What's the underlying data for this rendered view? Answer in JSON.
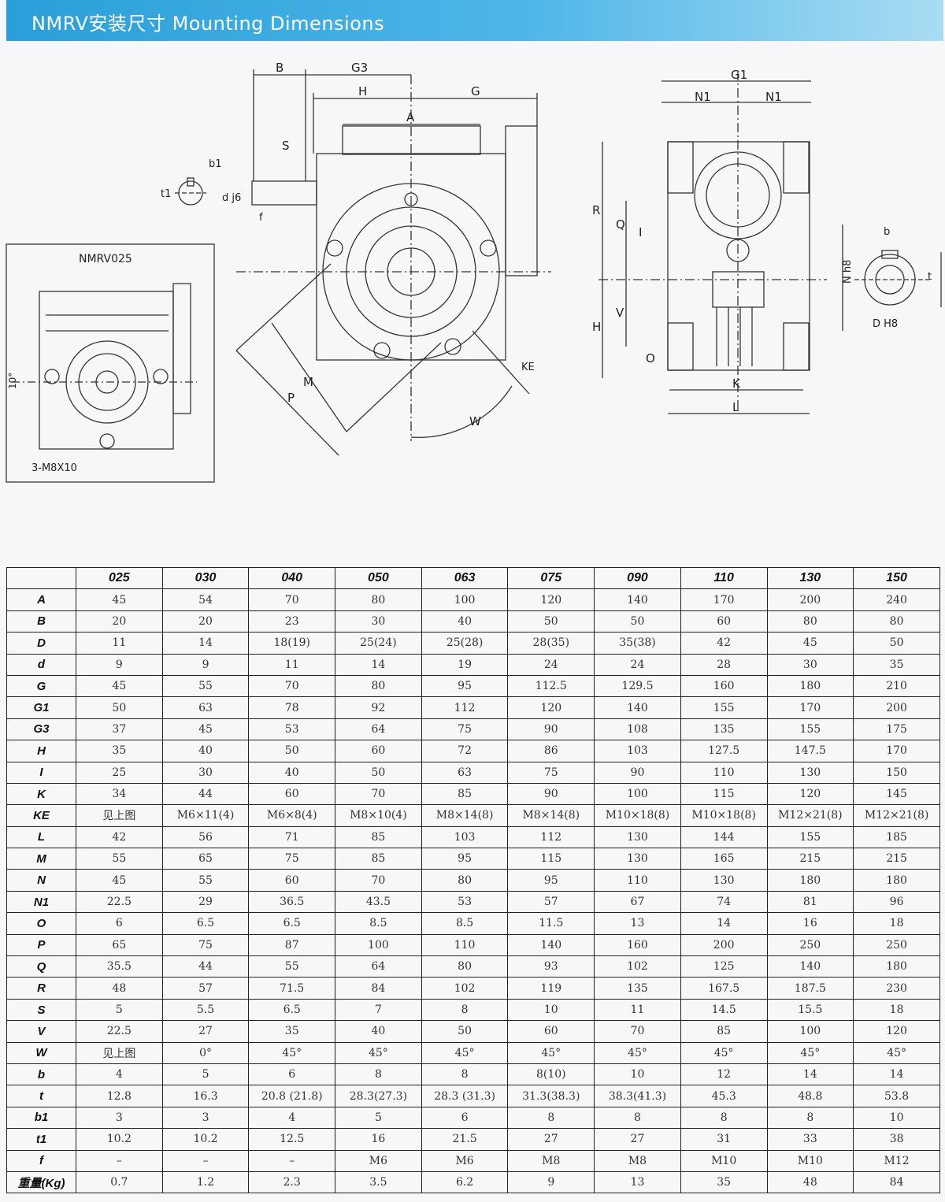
{
  "header": {
    "title": "NMRV安装尺寸  Mounting Dimensions",
    "color_start": "#2a9fd9",
    "color_end": "#a9dcf3"
  },
  "drawing": {
    "inset_title": "NMRV025",
    "inset_angle": "10°",
    "inset_bolt": "3-M8X10",
    "labels": {
      "B": "B",
      "G3": "G3",
      "H": "H",
      "G": "G",
      "A": "A",
      "S": "S",
      "b1": "b1",
      "t1": "t1",
      "dj6": "d j6",
      "f": "f",
      "M": "M",
      "P": "P",
      "KE": "KE",
      "W": "W",
      "G1": "G1",
      "N1a": "N1",
      "N1b": "N1",
      "R": "R",
      "Q": "Q",
      "I": "I",
      "V": "V",
      "Hs": "H",
      "O": "O",
      "K": "K",
      "L": "L",
      "Nh8": "N h8",
      "b": "b",
      "t": "t",
      "DH8": "D H8"
    }
  },
  "table": {
    "columns": [
      "025",
      "030",
      "040",
      "050",
      "063",
      "075",
      "090",
      "110",
      "130",
      "150"
    ],
    "rows": [
      {
        "label": "A",
        "values": [
          "45",
          "54",
          "70",
          "80",
          "100",
          "120",
          "140",
          "170",
          "200",
          "240"
        ]
      },
      {
        "label": "B",
        "values": [
          "20",
          "20",
          "23",
          "30",
          "40",
          "50",
          "50",
          "60",
          "80",
          "80"
        ]
      },
      {
        "label": "D",
        "values": [
          "11",
          "14",
          "18(19)",
          "25(24)",
          "25(28)",
          "28(35)",
          "35(38)",
          "42",
          "45",
          "50"
        ]
      },
      {
        "label": "d",
        "values": [
          "9",
          "9",
          "11",
          "14",
          "19",
          "24",
          "24",
          "28",
          "30",
          "35"
        ]
      },
      {
        "label": "G",
        "values": [
          "45",
          "55",
          "70",
          "80",
          "95",
          "112.5",
          "129.5",
          "160",
          "180",
          "210"
        ]
      },
      {
        "label": "G1",
        "values": [
          "50",
          "63",
          "78",
          "92",
          "112",
          "120",
          "140",
          "155",
          "170",
          "200"
        ]
      },
      {
        "label": "G3",
        "values": [
          "37",
          "45",
          "53",
          "64",
          "75",
          "90",
          "108",
          "135",
          "155",
          "175"
        ]
      },
      {
        "label": "H",
        "values": [
          "35",
          "40",
          "50",
          "60",
          "72",
          "86",
          "103",
          "127.5",
          "147.5",
          "170"
        ]
      },
      {
        "label": "I",
        "values": [
          "25",
          "30",
          "40",
          "50",
          "63",
          "75",
          "90",
          "110",
          "130",
          "150"
        ]
      },
      {
        "label": "K",
        "values": [
          "34",
          "44",
          "60",
          "70",
          "85",
          "90",
          "100",
          "115",
          "120",
          "145"
        ]
      },
      {
        "label": "KE",
        "values": [
          "见上图",
          "M6×11(4)",
          "M6×8(4)",
          "M8×10(4)",
          "M8×14(8)",
          "M8×14(8)",
          "M10×18(8)",
          "M10×18(8)",
          "M12×21(8)",
          "M12×21(8)"
        ]
      },
      {
        "label": "L",
        "values": [
          "42",
          "56",
          "71",
          "85",
          "103",
          "112",
          "130",
          "144",
          "155",
          "185"
        ]
      },
      {
        "label": "M",
        "values": [
          "55",
          "65",
          "75",
          "85",
          "95",
          "115",
          "130",
          "165",
          "215",
          "215"
        ]
      },
      {
        "label": "N",
        "values": [
          "45",
          "55",
          "60",
          "70",
          "80",
          "95",
          "110",
          "130",
          "180",
          "180"
        ]
      },
      {
        "label": "N1",
        "values": [
          "22.5",
          "29",
          "36.5",
          "43.5",
          "53",
          "57",
          "67",
          "74",
          "81",
          "96"
        ]
      },
      {
        "label": "O",
        "values": [
          "6",
          "6.5",
          "6.5",
          "8.5",
          "8.5",
          "11.5",
          "13",
          "14",
          "16",
          "18"
        ]
      },
      {
        "label": "P",
        "values": [
          "65",
          "75",
          "87",
          "100",
          "110",
          "140",
          "160",
          "200",
          "250",
          "250"
        ]
      },
      {
        "label": "Q",
        "values": [
          "35.5",
          "44",
          "55",
          "64",
          "80",
          "93",
          "102",
          "125",
          "140",
          "180"
        ]
      },
      {
        "label": "R",
        "values": [
          "48",
          "57",
          "71.5",
          "84",
          "102",
          "119",
          "135",
          "167.5",
          "187.5",
          "230"
        ]
      },
      {
        "label": "S",
        "values": [
          "5",
          "5.5",
          "6.5",
          "7",
          "8",
          "10",
          "11",
          "14.5",
          "15.5",
          "18"
        ]
      },
      {
        "label": "V",
        "values": [
          "22.5",
          "27",
          "35",
          "40",
          "50",
          "60",
          "70",
          "85",
          "100",
          "120"
        ]
      },
      {
        "label": "W",
        "values": [
          "见上图",
          "0°",
          "45°",
          "45°",
          "45°",
          "45°",
          "45°",
          "45°",
          "45°",
          "45°"
        ]
      },
      {
        "label": "b",
        "values": [
          "4",
          "5",
          "6",
          "8",
          "8",
          "8(10)",
          "10",
          "12",
          "14",
          "14"
        ]
      },
      {
        "label": "t",
        "values": [
          "12.8",
          "16.3",
          "20.8 (21.8)",
          "28.3(27.3)",
          "28.3 (31.3)",
          "31.3(38.3)",
          "38.3(41.3)",
          "45.3",
          "48.8",
          "53.8"
        ]
      },
      {
        "label": "b1",
        "values": [
          "3",
          "3",
          "4",
          "5",
          "6",
          "8",
          "8",
          "8",
          "8",
          "10"
        ]
      },
      {
        "label": "t1",
        "values": [
          "10.2",
          "10.2",
          "12.5",
          "16",
          "21.5",
          "27",
          "27",
          "31",
          "33",
          "38"
        ]
      },
      {
        "label": "f",
        "values": [
          "–",
          "–",
          "–",
          "M6",
          "M6",
          "M8",
          "M8",
          "M10",
          "M10",
          "M12"
        ]
      },
      {
        "label": "重量(Kg)",
        "values": [
          "0.7",
          "1.2",
          "2.3",
          "3.5",
          "6.2",
          "9",
          "13",
          "35",
          "48",
          "84"
        ]
      }
    ]
  }
}
